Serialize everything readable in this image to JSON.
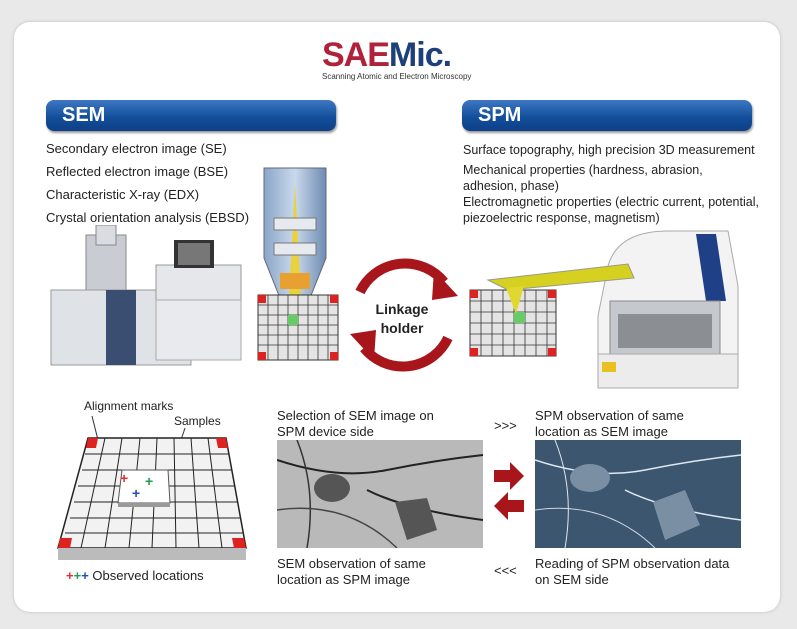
{
  "logo": {
    "text_red": "SAE",
    "text_blue": "Mic.",
    "tagline": "Scanning Atomic and Electron Microscopy"
  },
  "sem": {
    "title": "SEM",
    "items": [
      "Secondary electron image (SE)",
      "Reflected electron image (BSE)",
      "Characteristic X-ray (EDX)",
      "Crystal orientation analysis (EBSD)"
    ]
  },
  "spm": {
    "title": "SPM",
    "lines": [
      "Surface topography, high precision 3D measurement",
      "Mechanical properties (hardness, abrasion,",
      "adhesion, phase)",
      "Electromagnetic properties (electric current, potential,",
      "piezoelectric response, magnetism)"
    ]
  },
  "center": {
    "line1": "Linkage",
    "line2": "holder"
  },
  "holder": {
    "alignment_label": "Alignment marks",
    "samples_label": "Samples",
    "observed_label": "Observed locations"
  },
  "flow": {
    "top_left": [
      "Selection of SEM image on",
      "SPM device side"
    ],
    "top_arrow": ">>>",
    "top_right": [
      "SPM observation of same",
      "location as SEM image"
    ],
    "bottom_left": [
      "SEM observation of same",
      "location as SPM image"
    ],
    "bottom_arrow": "<<<",
    "bottom_right": [
      "Reading of SPM observation data",
      "on SEM side"
    ]
  },
  "colors": {
    "brand_red": "#b0223a",
    "brand_blue": "#1d3f7a",
    "banner_blue": "#134f9c",
    "arrow_red": "#a8151b",
    "plus_red": "#e03030",
    "plus_green": "#22a050",
    "plus_blue": "#2050b0"
  }
}
